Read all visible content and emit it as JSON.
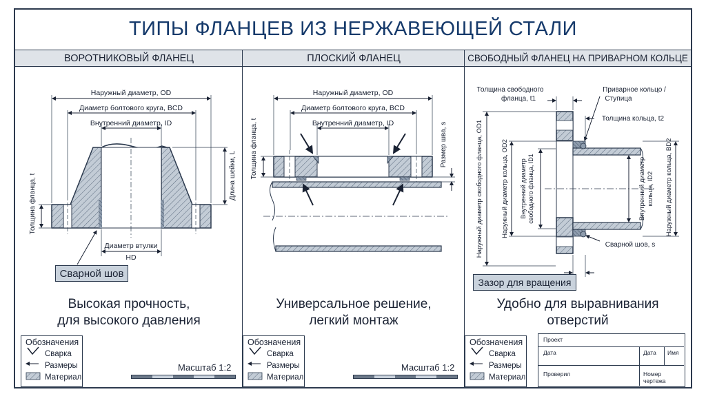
{
  "title": "ТИПЫ ФЛАНЦЕВ ИЗ НЕРЖАВЕЮЩЕЙ СТАЛИ",
  "columns": [
    {
      "heading": "ВОРОТНИКОВЫЙ ФЛАНЕЦ",
      "caption_line1": "Высокая прочность,",
      "caption_line2": "для высокого давления"
    },
    {
      "heading": "ПЛОСКИЙ ФЛАНЕЦ",
      "caption_line1": "Универсальное решение,",
      "caption_line2": "легкий монтаж"
    },
    {
      "heading": "СВОБОДНЫЙ ФЛАНЕЦ НА ПРИВАРНОМ КОЛЬЦЕ",
      "caption_line1": "Удобно для выравнивания",
      "caption_line2": "отверстий"
    }
  ],
  "weld_neck": {
    "od": "Наружный диаметр, OD",
    "bcd": "Диаметр болтового круга, BCD",
    "id": "Внутренний диаметр, ID",
    "thickness": "Толщина фланца, t",
    "neck_length": "Длина шейки, L",
    "hub_diameter": "Диаметр втулки",
    "hd": "HD",
    "weld_label": "Сварной шов"
  },
  "slip_on": {
    "od": "Наружный диаметр, OD",
    "bcd": "Диаметр болтового круга, BCD",
    "id": "Внутренний диаметр, ID",
    "thickness": "Толщина фланца, t",
    "weld_size": "Размер шва, s"
  },
  "lap_joint": {
    "flange_thickness_line1": "Толщина свободного",
    "flange_thickness_line2": "фланца, t1",
    "stub_end_line1": "Приварное кольцо /",
    "stub_end_line2": "Ступица",
    "ring_thickness": "Толщина кольца, t2",
    "od1": "Наружный диаметр свободного фланца, OD1",
    "od2": "Наружный диаметр кольца, OD2",
    "id1_line1": "Внутренний диаметр",
    "id1_line2": "свободного фланца, ID1",
    "id2_line1": "Внутренний диаметр",
    "id2_line2": "кольца, ID2",
    "bd2": "Наружный диаметр кольца, BD2",
    "weld": "Сварной шов, s",
    "rotation_gap": "Зазор для вращения"
  },
  "legend": {
    "title": "Обозначения",
    "weld": "Сварка",
    "dimensions": "Размеры",
    "material": "Материал"
  },
  "scale": "Масштаб 1:2",
  "title_block": {
    "project": "Проект",
    "date": "Дата",
    "date2": "Дата",
    "name": "Имя",
    "checked": "Проверил",
    "drawing_no": "Номер чертежа"
  }
}
